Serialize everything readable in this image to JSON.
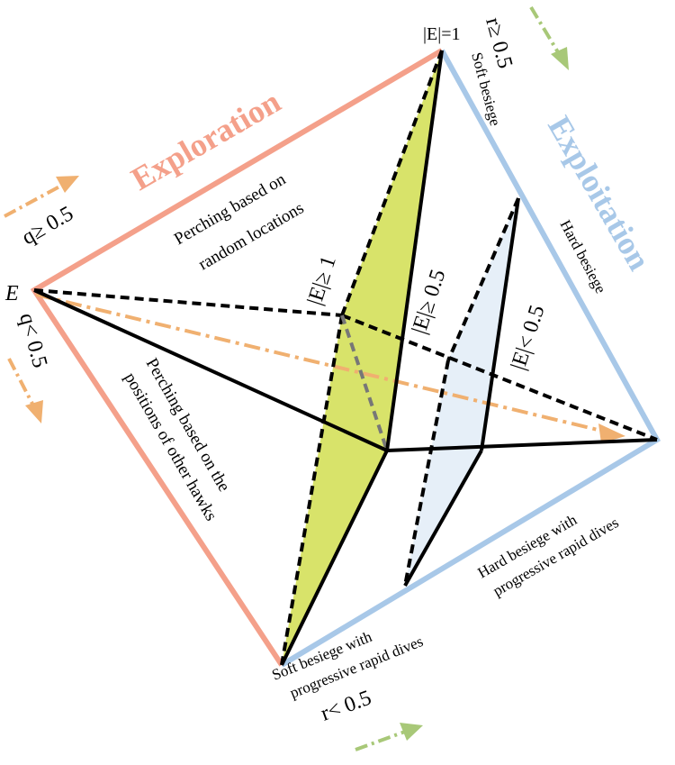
{
  "phases": {
    "exploration": {
      "label": "Exploration",
      "color": "#f4a08a"
    },
    "exploitation": {
      "label": "Exploitation",
      "color": "#a8c8e8"
    }
  },
  "conditions": {
    "q_ge": "q≥ 0.5",
    "q_lt": "q< 0.5",
    "r_ge": "r≥ 0.5",
    "r_lt": "r< 0.5",
    "e_vertex": "E",
    "e_eq_1": "|E|=1",
    "e_ge_1": "|E|≥ 1",
    "e_ge_05": "|E|≥ 0.5",
    "e_lt_05": "|E|< 0.5"
  },
  "strategies": {
    "perch_random_l1": "Perching based on",
    "perch_random_l2": "random locations",
    "perch_hawks_l1": "Perching based on the",
    "perch_hawks_l2": "positions of other hawks",
    "soft_besiege": "Soft besiege",
    "hard_besiege": "Hard besiege",
    "soft_dives_l1": "Soft besiege with",
    "soft_dives_l2": "progressive rapid dives",
    "hard_dives_l1": "Hard besiege with",
    "hard_dives_l2": "progressive rapid dives"
  },
  "colors": {
    "yellow_fill": "#d8e36a",
    "blue_fill": "#e6eff8",
    "orange_arrow": "#f0b070",
    "green_arrow": "#a8c878",
    "line": "#000000"
  }
}
